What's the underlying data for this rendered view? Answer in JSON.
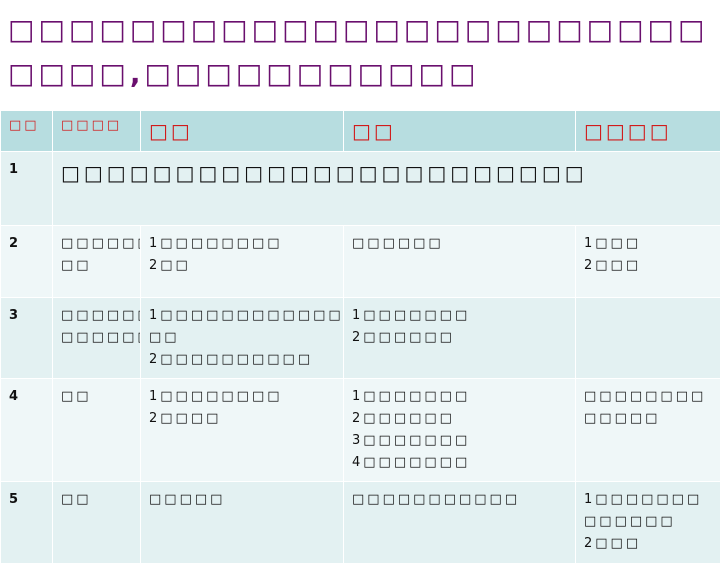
{
  "title": {
    "line1": "□□□□□□□□□□□□□□□□□□□□□□□",
    "line2": "□□□□,□□□□□□□□□□□"
  },
  "table": {
    "headers": [
      "□□",
      "□□□□",
      "□□",
      "□□",
      "□□□□"
    ],
    "rows": [
      {
        "num": "1",
        "merged": "□□□□□□□□□□□□□□□□□□□□□□□"
      },
      {
        "num": "2",
        "col2": [
          "□□□□□□",
          "□□"
        ],
        "col3": [
          "1□□□□□□□□",
          "2□□"
        ],
        "col4": [
          "□□□□□□"
        ],
        "col5": [
          "1□□□",
          "2□□□"
        ]
      },
      {
        "num": "3",
        "col2": [
          "□□□□□□",
          "□□□□□□"
        ],
        "col3": [
          "1□□□□□□□□□□□□□",
          "□□",
          "2□□□□□□□□□□"
        ],
        "col4": [
          "1□□□□□□□",
          "2□□□□□□"
        ],
        "col5": []
      },
      {
        "num": "4",
        "col2": [
          "□□"
        ],
        "col3": [
          "1□□□□□□□□",
          "2□□□□"
        ],
        "col4": [
          "1□□□□□□□",
          "2□□□□□□",
          "3□□□□□□□",
          "4□□□□□□□"
        ],
        "col5": [
          "□□□□□□□□",
          "□□□□□"
        ]
      },
      {
        "num": "5",
        "col2": [
          "□□"
        ],
        "col3": [
          "□□□□□"
        ],
        "col4": [
          "□□□□□□□□□□□"
        ],
        "col5": [
          "1□□□□□□□",
          "□□□□□□",
          "2□□□"
        ]
      }
    ]
  }
}
